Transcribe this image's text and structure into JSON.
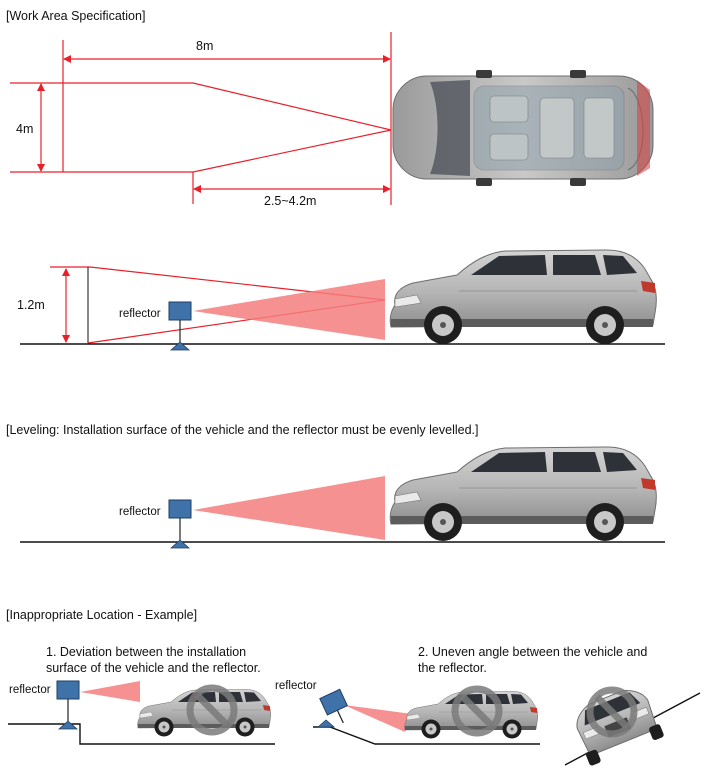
{
  "headings": {
    "work_area": "[Work Area Specification]",
    "leveling": "[Leveling: Installation surface of the vehicle and the reflector must be evenly levelled.]",
    "inappropriate": "[Inappropriate Location - Example]"
  },
  "dimensions": {
    "length": "8m",
    "width": "4m",
    "distance": "2.5~4.2m",
    "height": "1.2m"
  },
  "labels": {
    "reflector": "reflector"
  },
  "examples": {
    "ex1_line1": "1. Deviation between the installation",
    "ex1_line2": "surface of the vehicle and the reflector.",
    "ex2_line1": "2. Uneven angle between the vehicle and",
    "ex2_line2": "the reflector."
  },
  "colors": {
    "dimension_line": "#e8202a",
    "beam": "#f47e7e",
    "reflector_blue": "#3f72a8",
    "car_body": "#b9b9b9",
    "prohibit": "#7a7a7a"
  }
}
